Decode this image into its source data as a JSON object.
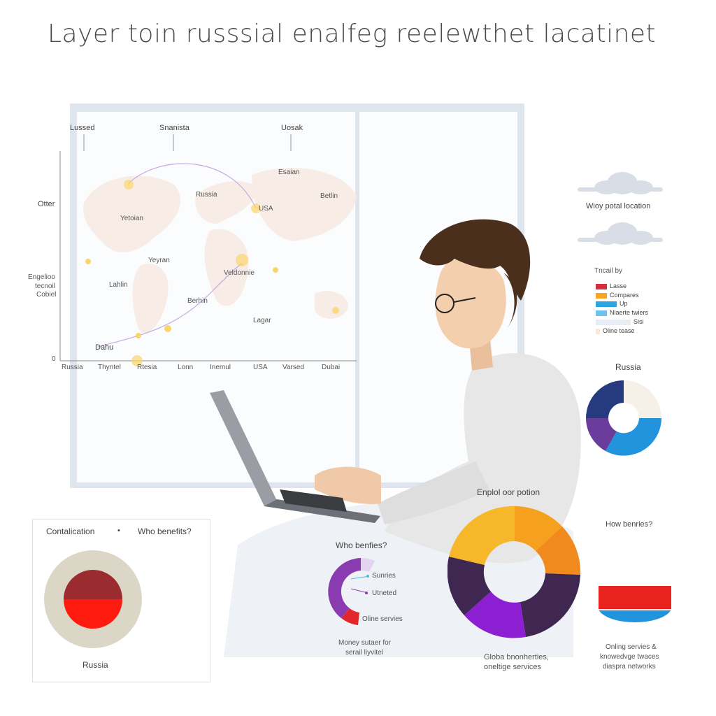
{
  "header": {
    "title": "Layer toin russsial enalfeg reelewthet lacatinet"
  },
  "map": {
    "top_labels": [
      "Lussed",
      "Snanista",
      "Uosak"
    ],
    "left_labels": [
      "Otter",
      "Engelioo",
      "tecnoil",
      "Cobiel",
      "0"
    ],
    "place_labels": [
      "Russia",
      "Esaian",
      "Betlin",
      "USA",
      "Yetoian",
      "Yeyran",
      "Veldonnie",
      "Lahlin",
      "Berhin",
      "Lagar",
      "Dahu"
    ],
    "bottom_labels": [
      "Russia",
      "Thyntel",
      "Rtesia",
      "Lonn",
      "Inemul",
      "USA",
      "Varsed",
      "Dubai"
    ]
  },
  "right_panel": {
    "cloud_caption": "Wioy potal location",
    "legend": {
      "title": "Tncail by",
      "items": [
        {
          "label": "Lasse",
          "color": "#d32f3f"
        },
        {
          "label": "Compares",
          "color": "#f5a623"
        },
        {
          "label": "Up",
          "color": "#2aa7e0"
        },
        {
          "label": "Nlaerte twiers",
          "color": "#6cc4ec"
        },
        {
          "label": "Sisi",
          "color": "#e8ecf4"
        },
        {
          "label": "Oline tease",
          "color": "#fbe8d6"
        }
      ]
    },
    "russia_donut_label": "Russia",
    "how_benefits": "How benries?",
    "flag_caption_line1": "Onling servies &",
    "flag_caption_line2": "knowedvge twaces",
    "flag_caption_line3": "diaspra networks"
  },
  "employment": {
    "title": "Enplol oor potion",
    "caption_line1": "Globa bnonherties,",
    "caption_line2": "oneltige services"
  },
  "who_benefits": {
    "title": "Who benfies?",
    "items": [
      "Sunries",
      "Utneted",
      "Oline servies"
    ],
    "caption_line1": "Money sutaer for",
    "caption_line2": "serail liyvitel"
  },
  "left_panel": {
    "header_left": "Contalication",
    "bullet": "•",
    "header_right": "Who benefits?",
    "caption": "Russia"
  },
  "colors": {
    "red": "#e8231f",
    "dark_red": "#9b2b2e",
    "beige": "#dcd6c6",
    "navy": "#263a7f",
    "purple": "#6a3c9c",
    "blue": "#2294dd",
    "yellow": "#f6b82a",
    "orange": "#f08a1c",
    "dark_purple": "#3f2752",
    "violet": "#8c1fd1"
  }
}
